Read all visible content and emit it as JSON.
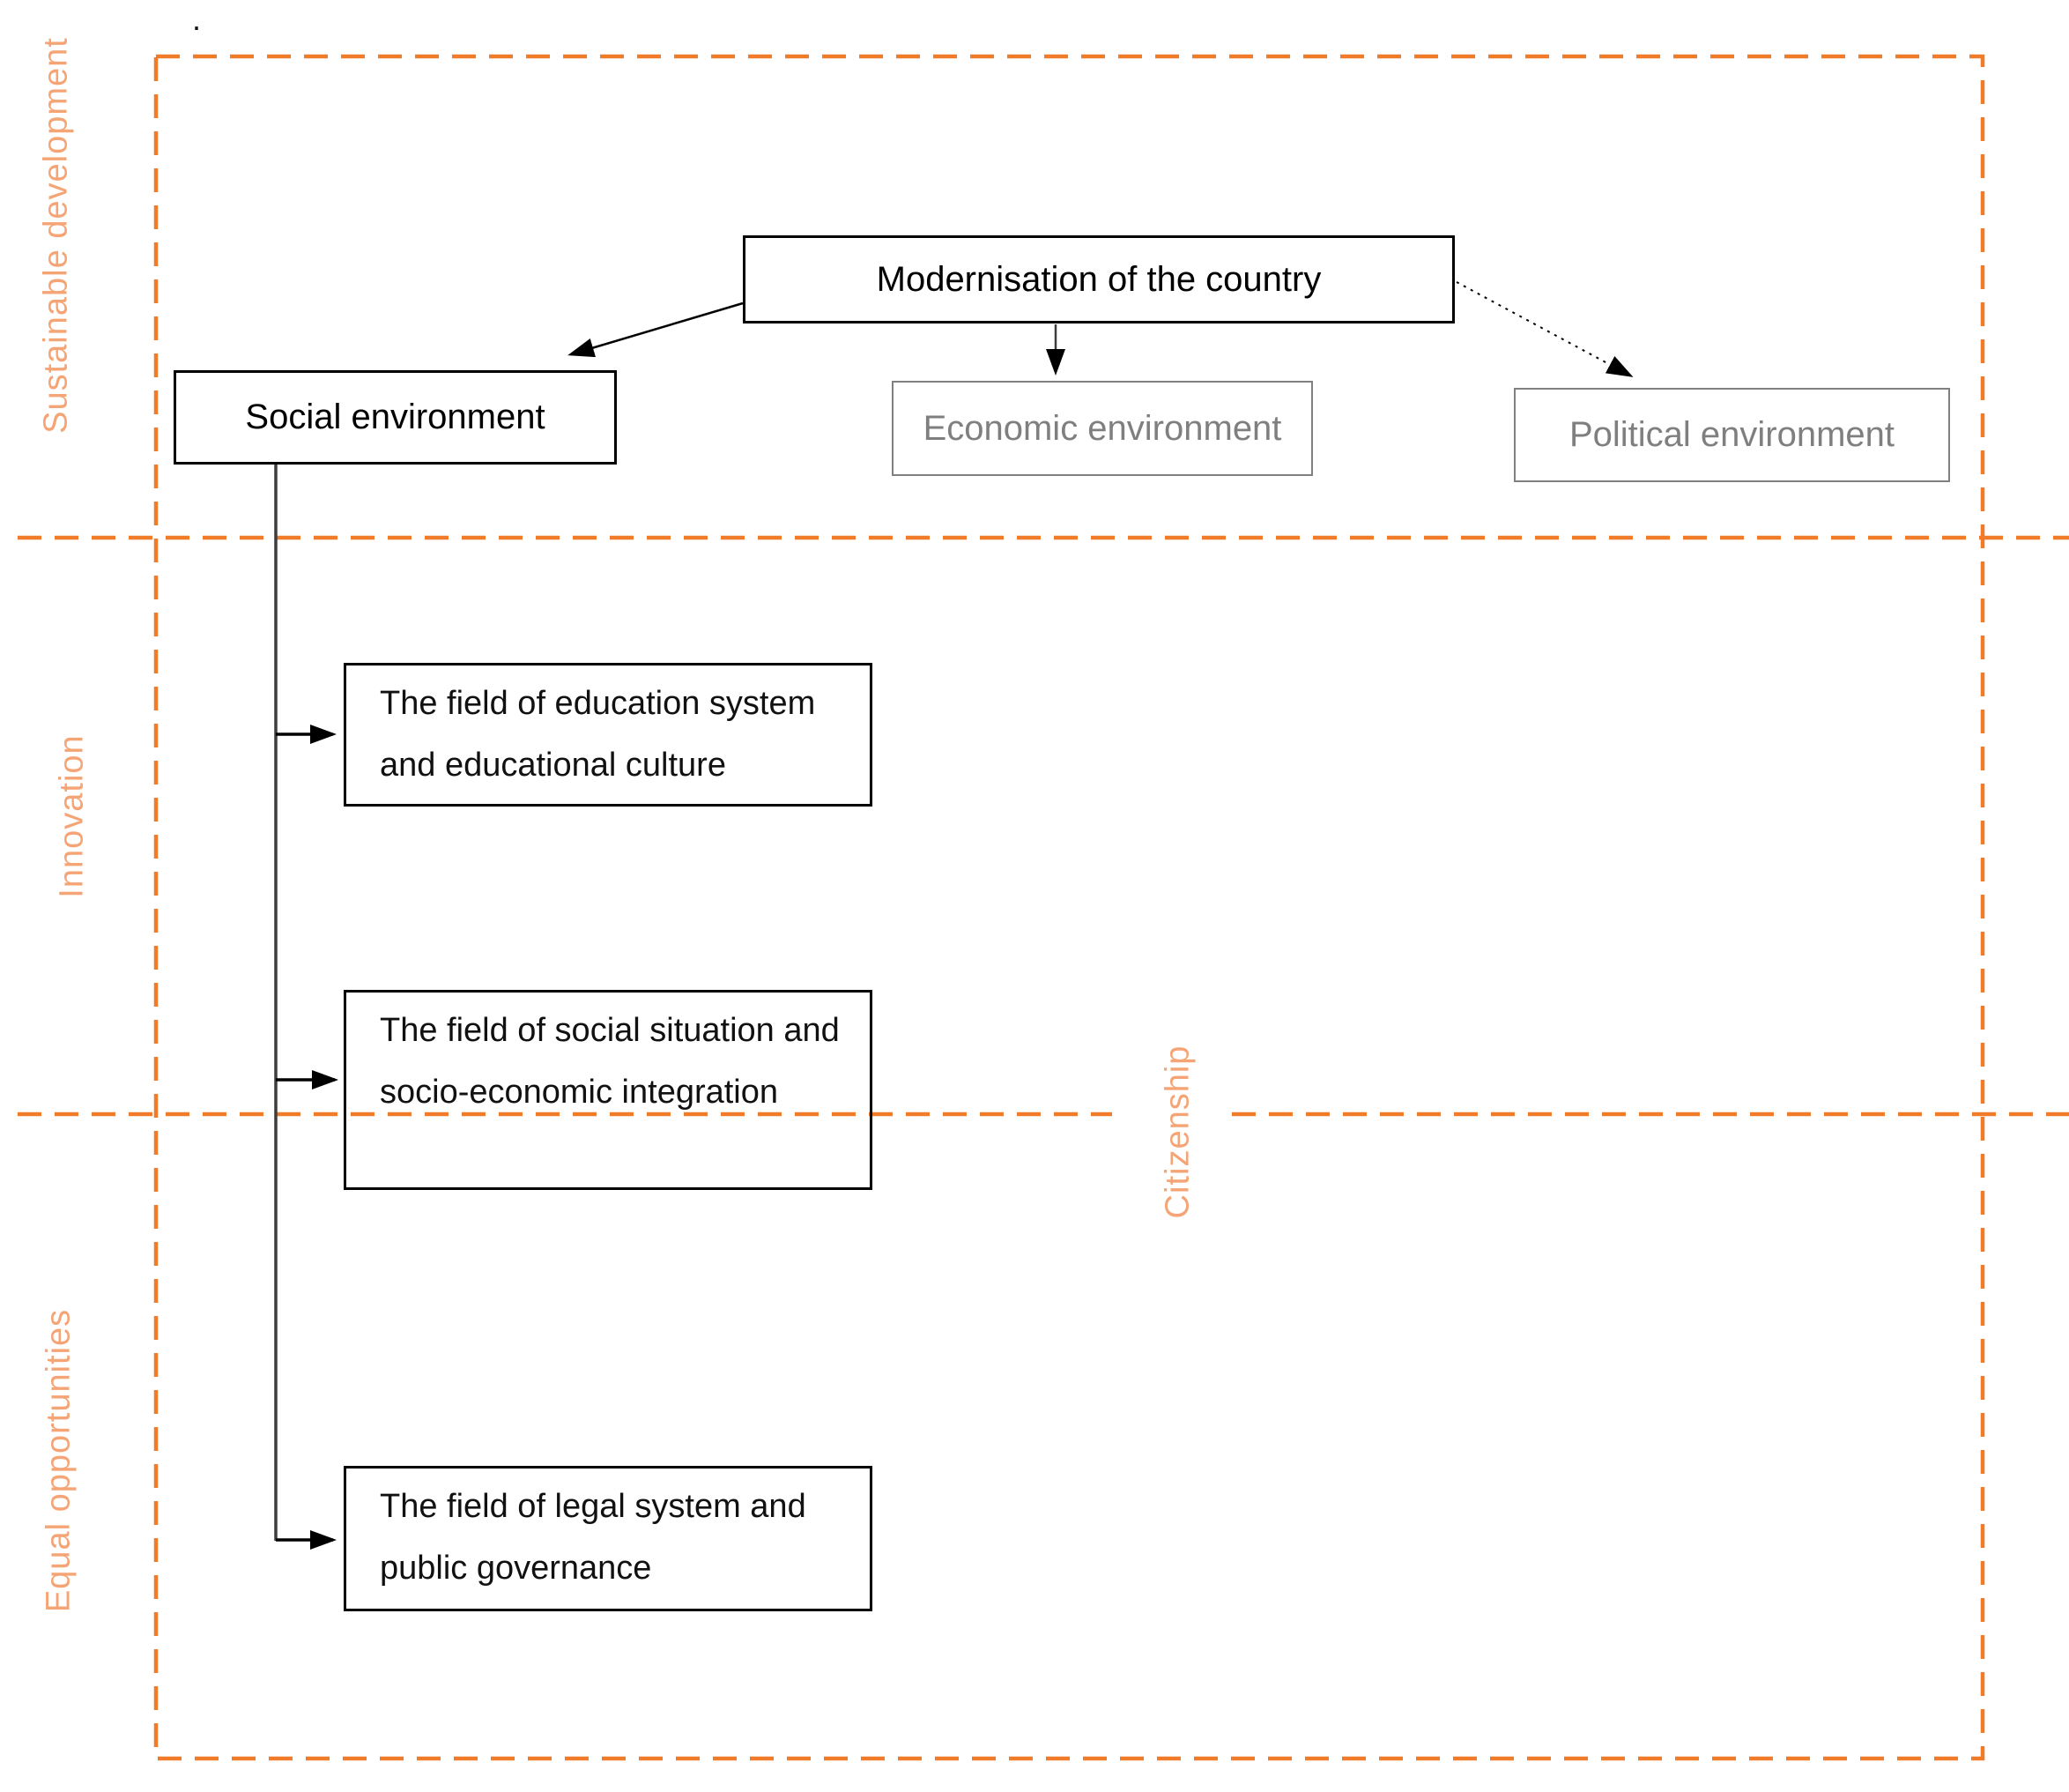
{
  "figure": {
    "type": "flowchart",
    "description": "Modernisation of the country framework diagram"
  },
  "colors": {
    "dash_orange": "#F07B28",
    "label_orange": "#F5A575",
    "gray_border": "#808080",
    "gray_text": "#7F7F7F",
    "ink": "#000000",
    "line_dark": "#3D3D3D",
    "bg": "#FFFFFF"
  },
  "stray_period": ".",
  "region_labels": {
    "sustainable_development": "Sustainable development",
    "innovation": "Innovation",
    "equal_opportunities": "Equal opportunities",
    "citizenship": "Citizenship"
  },
  "nodes": {
    "root": "Modernisation of the country",
    "social": "Social environment",
    "economic": "Economic environment",
    "political": "Political environment",
    "education": {
      "lines": [
        "The field of education system",
        "and educational culture"
      ]
    },
    "social_situation": {
      "lines": [
        "The field of social situation and",
        "socio-economic integration"
      ]
    },
    "legal": {
      "lines": [
        "The field of legal system and",
        "public governance"
      ]
    }
  }
}
